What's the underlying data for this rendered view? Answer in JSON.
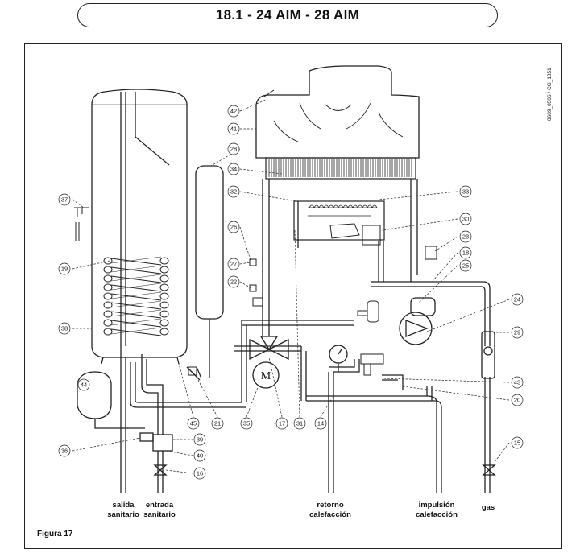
{
  "header": {
    "title": "18.1 - 24 AIM - 28 AIM"
  },
  "figure": {
    "caption": "Figura 17",
    "drawing_code": "0609_0506 / CG_1851"
  },
  "connections": {
    "salida_sanitario": [
      "salida",
      "sanitario"
    ],
    "entrada_sanitario": [
      "entrada",
      "sanitario"
    ],
    "retorno_calefaccion": [
      "retorno",
      "calefacción"
    ],
    "impulsion_calefaccion": [
      "impulsión",
      "calefacción"
    ],
    "gas": [
      "gas"
    ]
  },
  "motor_symbol": "M",
  "callouts": [
    "42",
    "41",
    "28",
    "34",
    "32",
    "33",
    "37",
    "30",
    "23",
    "26",
    "18",
    "25",
    "27",
    "22",
    "19",
    "24",
    "38",
    "29",
    "44",
    "43",
    "20",
    "45",
    "21",
    "35",
    "17",
    "31",
    "14",
    "39",
    "36",
    "40",
    "15",
    "16"
  ]
}
